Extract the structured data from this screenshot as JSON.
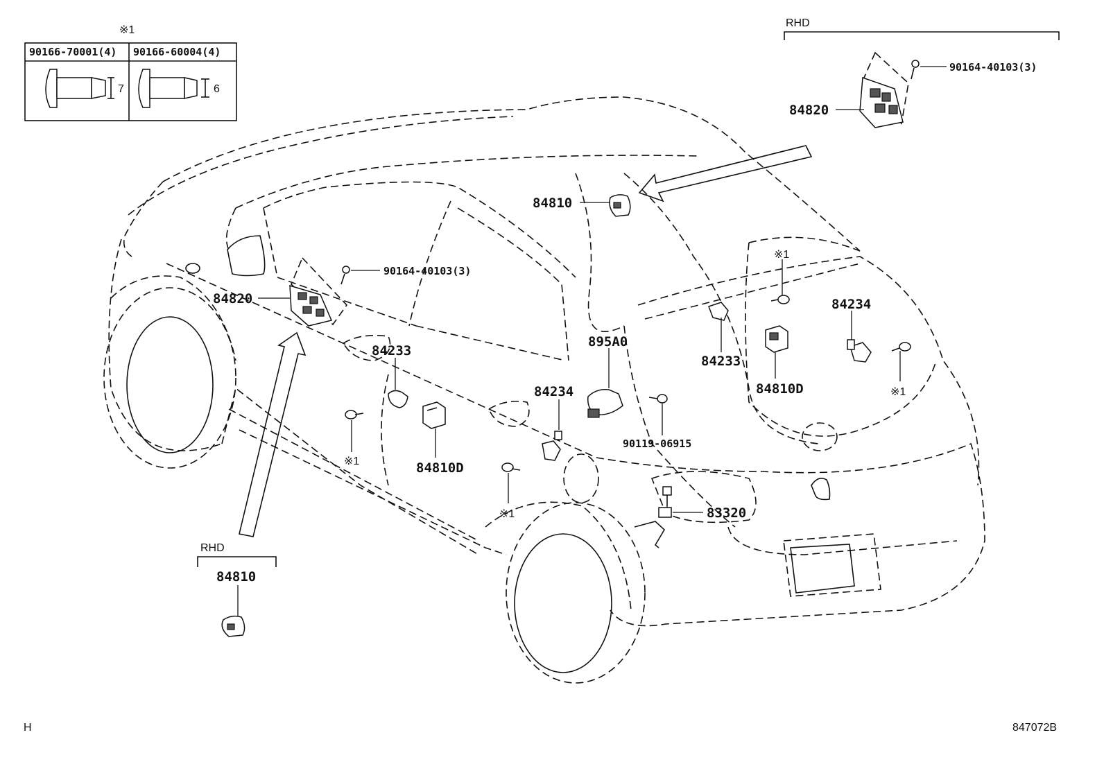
{
  "inset": {
    "note_mark": "※1",
    "fastener_left": "90166-70001(4)",
    "fastener_right": "90166-60004(4)",
    "dim_left": "7",
    "dim_right": "6"
  },
  "rhd_top": {
    "label": "RHD",
    "switch_part": "84820",
    "screw_part": "90164-40103(3)"
  },
  "rhd_bottom": {
    "label": "RHD",
    "part": "84810"
  },
  "callouts": {
    "p84810_top": "84810",
    "p84820_main": "84820",
    "p90164_main": "90164-40103(3)",
    "p84233_front": "84233",
    "p84234_front": "84234",
    "p84810D_front": "84810D",
    "p895A0": "895A0",
    "p90119": "90119-06915",
    "p83320": "83320",
    "p84233_rear": "84233",
    "p84810D_rear": "84810D",
    "p84234_rear": "84234",
    "note1_a": "※1",
    "note1_b": "※1",
    "note1_c": "※1",
    "note1_d": "※1"
  },
  "footer": {
    "left_code": "H",
    "figure_id": "847072B"
  }
}
